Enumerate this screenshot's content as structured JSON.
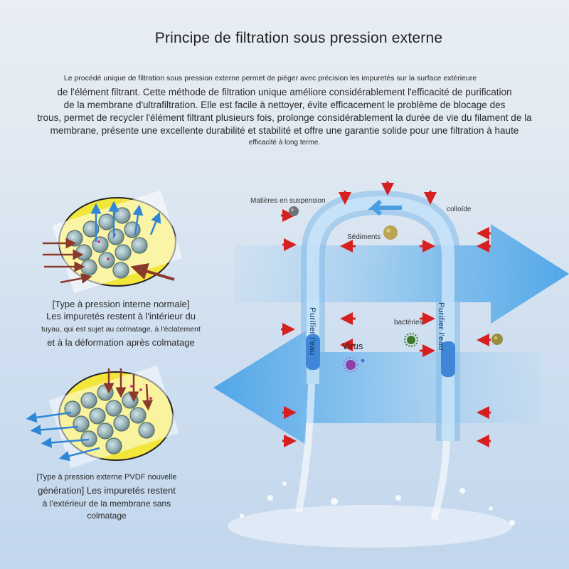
{
  "title": "Principe de filtration sous pression externe",
  "intro": {
    "line1": "Le procédé unique de filtration sous pression externe permet de piéger avec précision les impuretés sur la surface extérieure",
    "line2": "de l'élément filtrant. Cette méthode de filtration unique améliore considérablement l'efficacité de purification",
    "line3": "de la membrane d'ultrafiltration. Elle est facile à nettoyer, évite efficacement le problème de blocage des",
    "line4": "trous, permet de recycler l'élément filtrant plusieurs fois, prolonge considérablement la durée de vie du filament de la",
    "line5": "membrane, présente une excellente durabilité et stabilité et offre une garantie solide pour une filtration à haute",
    "line6": "efficacité à long terme."
  },
  "internal": {
    "line1": "[Type à pression interne normale]",
    "line2": "Les impuretés restent à l'intérieur du",
    "line3": "tuyau, qui est sujet au colmatage, à l'éclatement",
    "line4": "et à la déformation après colmatage"
  },
  "external": {
    "line1": "[Type à pression externe PVDF nouvelle",
    "line2": "génération] Les impuretés restent",
    "line3": "à l'extérieur de la membrane sans",
    "line4": "colmatage"
  },
  "labels": {
    "suspension": "Matières en suspension",
    "colloid": "colloïde",
    "sediments": "Sédiments",
    "bacteria": "bactéries",
    "virus": "Virus",
    "purify_left": "Purifier l'eau",
    "purify_right": "Purifier l'eau"
  },
  "colors": {
    "flow_arrow": "#5aa8e6",
    "pressure_arrow": "#d62020",
    "tube": "#a9d3f7",
    "membrane_circle": "#f2e63a",
    "fiber": "#8fa8a8"
  },
  "icons": [
    "suspension-particle-icon",
    "sediment-particle-icon",
    "bacteria-icon",
    "virus-icon",
    "colloid-particle-icon",
    "water-splash"
  ]
}
